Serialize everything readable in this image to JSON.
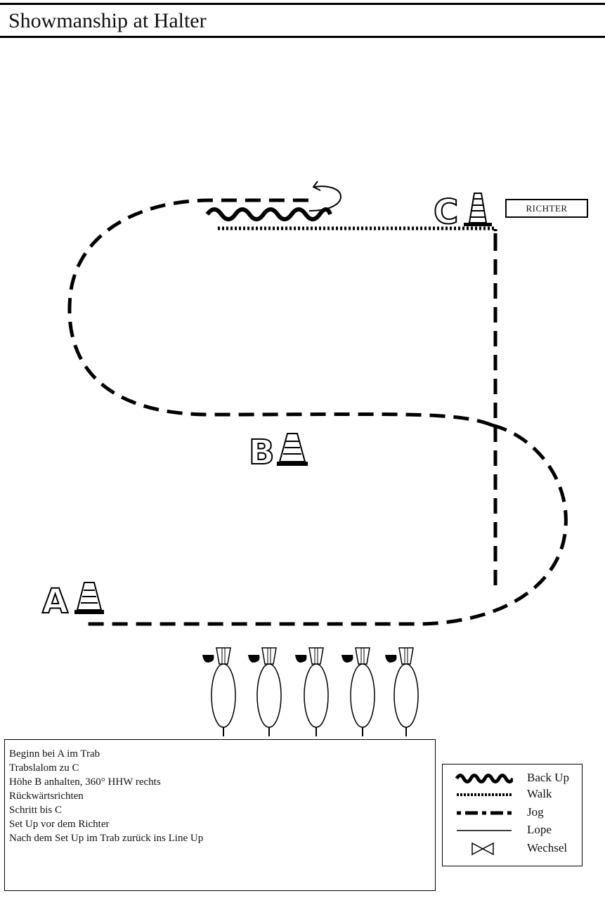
{
  "header": {
    "title": "Showmanship at Halter"
  },
  "markers": {
    "a": "A",
    "b": "B",
    "c": "C"
  },
  "judge": {
    "label": "RICHTER"
  },
  "instructions": [
    "Beginn bei A im Trab",
    "Trabslalom zu C",
    "Höhe B anhalten, 360° HHW rechts",
    "Rückwärtsrichten",
    "Schritt bis C",
    "Set Up vor dem Richter",
    "Nach dem Set Up im Trab zurück ins Line Up"
  ],
  "legend": [
    {
      "label": "Back Up",
      "style": "backup"
    },
    {
      "label": "Walk",
      "style": "walk"
    },
    {
      "label": "Jog",
      "style": "jog"
    },
    {
      "label": "Lope",
      "style": "lope"
    },
    {
      "label": "Wechsel",
      "style": "change"
    }
  ],
  "colors": {
    "line": "#000000",
    "background": "#ffffff"
  }
}
